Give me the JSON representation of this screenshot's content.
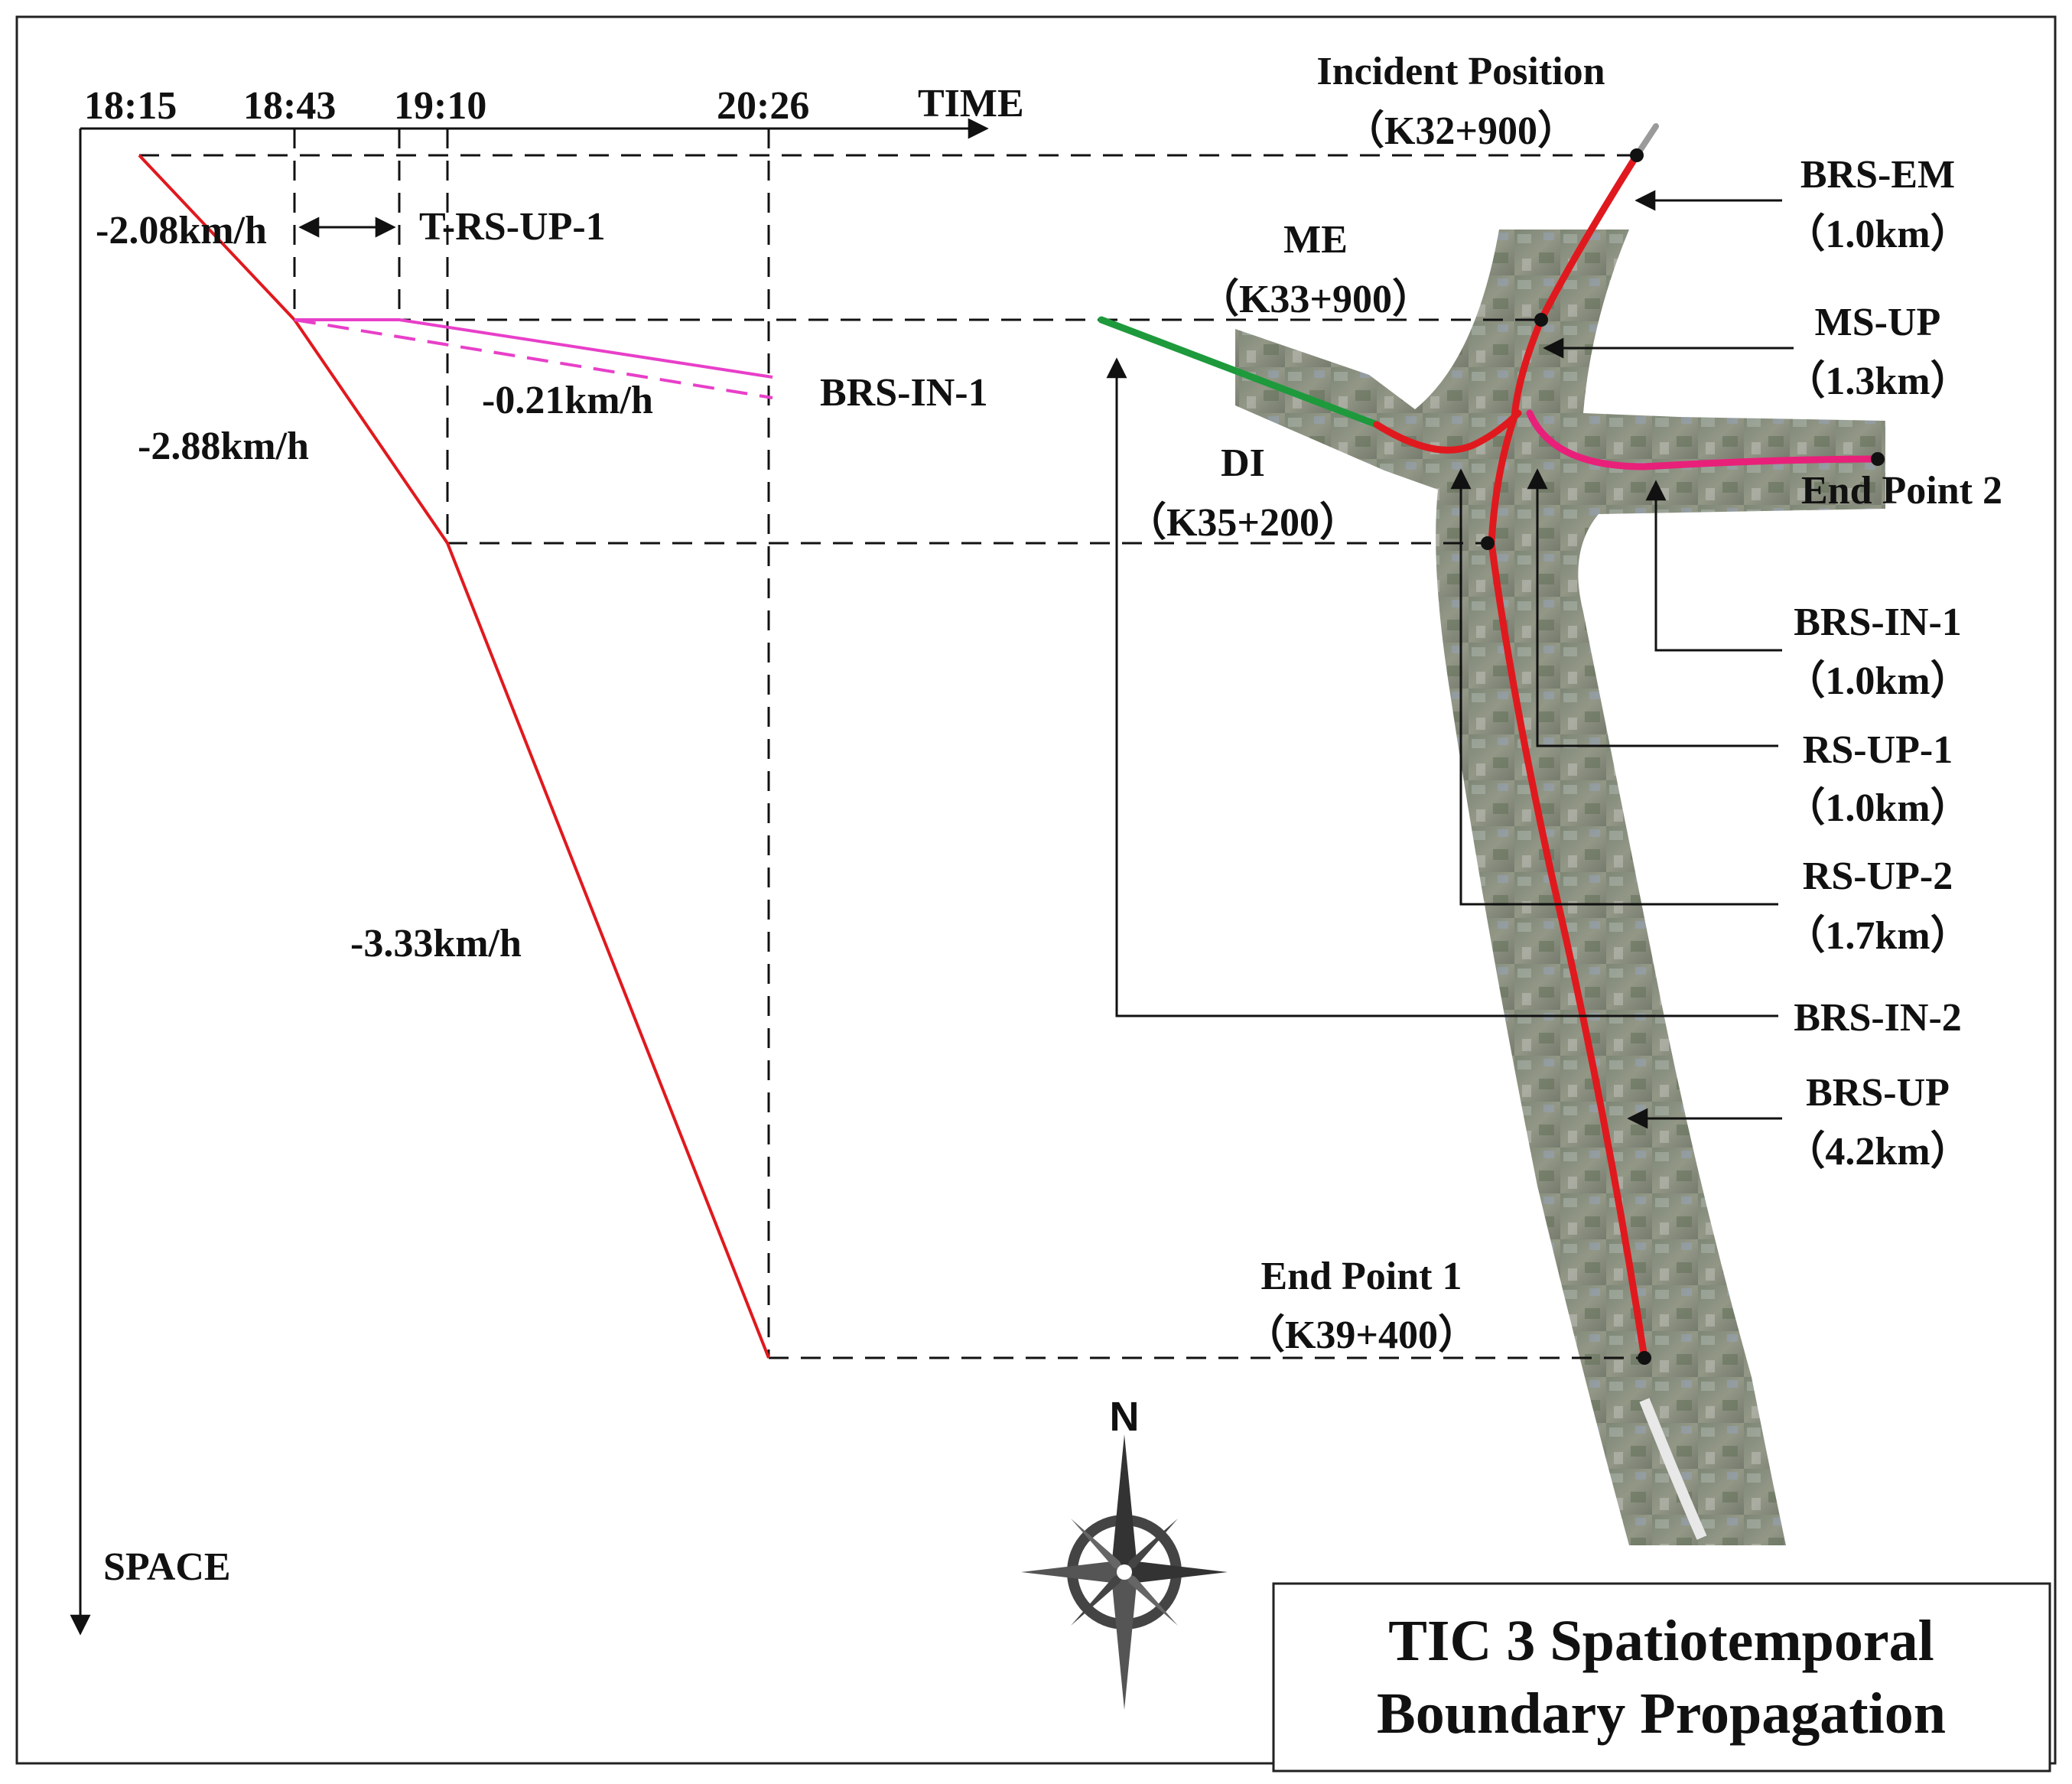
{
  "diagram": {
    "axes": {
      "time_label": "TIME",
      "space_label": "SPACE"
    },
    "time_ticks": [
      "18:15",
      "18:43",
      "19:10",
      "20:26"
    ],
    "speed_labels": {
      "s1": "-2.08km/h",
      "s2": "-2.88km/h",
      "s3": "-3.33km/h",
      "s4": "-0.21km/h"
    },
    "interval_label": "T-RS-UP-1",
    "branch_label": "BRS-IN-1",
    "locations": {
      "incident": {
        "name": "Incident Position",
        "km": "（K32+900）"
      },
      "me": {
        "name": "ME",
        "km": "（K33+900）"
      },
      "di": {
        "name": "DI",
        "km": "（K35+200）"
      },
      "end1": {
        "name": "End Point 1",
        "km": "（K39+400）"
      },
      "end2": {
        "name": "End Point 2"
      }
    },
    "segments": [
      {
        "name": "BRS-EM",
        "length": "（1.0km）"
      },
      {
        "name": "MS-UP",
        "length": "（1.3km）"
      },
      {
        "name": "BRS-IN-1",
        "length": "（1.0km）"
      },
      {
        "name": "RS-UP-1",
        "length": "（1.0km）"
      },
      {
        "name": "RS-UP-2",
        "length": "（1.7km）"
      },
      {
        "name": "BRS-IN-2",
        "length": ""
      },
      {
        "name": "BRS-UP",
        "length": "（4.2km）"
      }
    ],
    "compass_north": "N",
    "title_line1": "TIC 3 Spatiotemporal",
    "title_line2": "Boundary Propagation",
    "colors": {
      "boundary_main": "#e0191e",
      "boundary_branch": "#e83fc9",
      "branch_east": "#e8207a",
      "branch_west": "#1e9a3c",
      "guide": "#111111"
    }
  }
}
